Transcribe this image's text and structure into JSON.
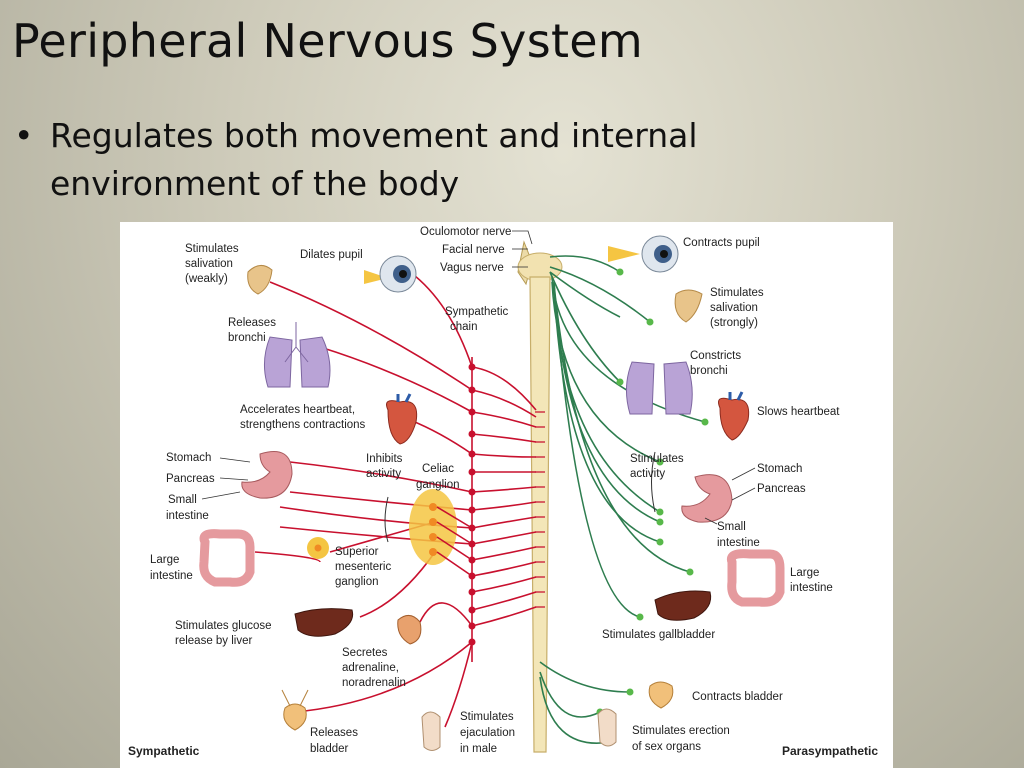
{
  "slide": {
    "title": "Peripheral Nervous System",
    "bullet": "Regulates both movement and internal environment of the body"
  },
  "diagram": {
    "corner_labels": {
      "left": "Sympathetic",
      "right": "Parasympathetic"
    },
    "nerve_labels": [
      "Oculomotor nerve",
      "Facial nerve",
      "Vagus nerve"
    ],
    "sympathetic_chain_label": [
      "Sympathetic",
      "chain"
    ],
    "inhibits_label": [
      "Inhibits",
      "activity"
    ],
    "celiac_label": [
      "Celiac",
      "ganglion"
    ],
    "superior_mesenteric_label": [
      "Superior",
      "mesenteric",
      "ganglion"
    ],
    "stimulates_activity_label": [
      "Stimulates",
      "activity"
    ],
    "sympathetic_effects": {
      "salivation": [
        "Stimulates",
        "salivation",
        "(weakly)"
      ],
      "pupil": "Dilates pupil",
      "bronchi": [
        "Releases",
        "bronchi"
      ],
      "heart": [
        "Accelerates heartbeat,",
        "strengthens contractions"
      ],
      "stomach": "Stomach",
      "pancreas": "Pancreas",
      "small_intestine": [
        "Small",
        "intestine"
      ],
      "large_intestine": [
        "Large",
        "intestine"
      ],
      "liver": [
        "Stimulates glucose",
        "release by liver"
      ],
      "adrenal": [
        "Secretes",
        "adrenaline,",
        "noradrenalin"
      ],
      "bladder": [
        "Releases",
        "bladder"
      ],
      "ejaculation": [
        "Stimulates",
        "ejaculation",
        "in male"
      ]
    },
    "parasympathetic_effects": {
      "pupil": "Contracts pupil",
      "salivation": [
        "Stimulates",
        "salivation",
        "(strongly)"
      ],
      "bronchi": [
        "Constricts",
        "bronchi"
      ],
      "heart": "Slows heartbeat",
      "stomach": "Stomach",
      "pancreas": "Pancreas",
      "small_intestine": [
        "Small",
        "intestine"
      ],
      "large_intestine": [
        "Large",
        "intestine"
      ],
      "gallbladder": "Stimulates  gallbladder",
      "bladder": "Contracts bladder",
      "erection": [
        "Stimulates erection",
        "of sex organs"
      ]
    }
  }
}
